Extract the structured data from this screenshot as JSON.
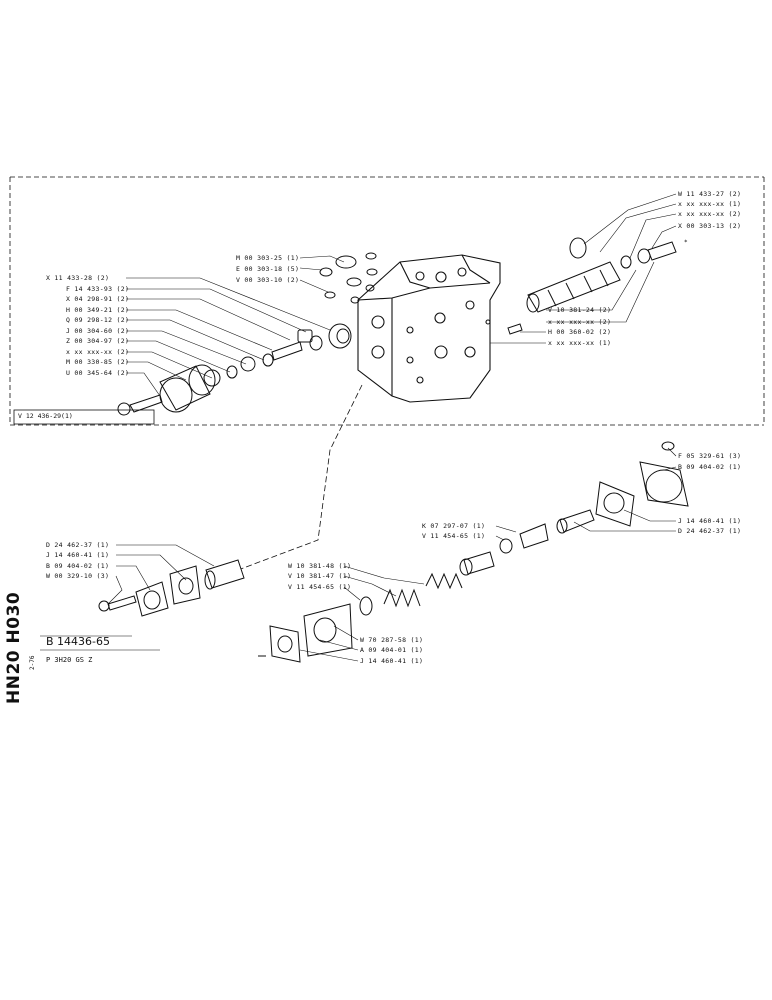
{
  "sheet": {
    "side_code": "HN20 H030",
    "side_small": "2-76",
    "drawing_number": "B 14436-65",
    "product_code": "P 3H20 GS Z",
    "frame_label": "V 12 436-29(1)"
  },
  "upper_right_labels": [
    "W 11 433-27 (2)",
    "x xx xxx-xx (1)",
    "x xx xxx-xx (2)",
    "X 00 303-13 (2)"
  ],
  "spool_labels": [
    "V 10 381-24 (2)",
    "x xx xxx-xx (2)",
    "H 00 360-02 (2)",
    "x xx xxx-xx (1)"
  ],
  "top_center_labels": [
    "M 00 303-25 (1)",
    "E 00 303-18 (5)",
    "V 00 303-10 (2)"
  ],
  "left_labels": [
    "X 11 433-28 (2)",
    "F 14 433-93 (2)",
    "X 04 298-91 (2)",
    "H 00 349-21 (2)",
    "Q 09 298-12 (2)",
    "J 00 304-60 (2)",
    "Z 00 304-97 (2)",
    "x xx xxx-xx (2)",
    "M 00 330-85 (2)",
    "U 00 345-64 (2)"
  ],
  "right_flange_labels": [
    "F 05 329-61 (3)",
    "B 09 404-02 (1)",
    "J 14 460-41 (1)",
    "D 24 462-37 (1)"
  ],
  "middle_labels": [
    "K 07 297-07 (1)",
    "V 11 454-65 (1)"
  ],
  "spring_labels": [
    "W 10 381-48 (1)",
    "V 10 381-47 (1)",
    "V 11 454-65 (1)"
  ],
  "bottom_center_labels": [
    "W 70 287-58 (1)",
    "A 09 404-01 (1)",
    "J 14 460-41 (1)"
  ],
  "left_flange_labels": [
    "D 24 462-37 (1)",
    "J 14 460-41 (1)",
    "B 09 404-02 (1)",
    "W 00 329-10 (3)"
  ]
}
